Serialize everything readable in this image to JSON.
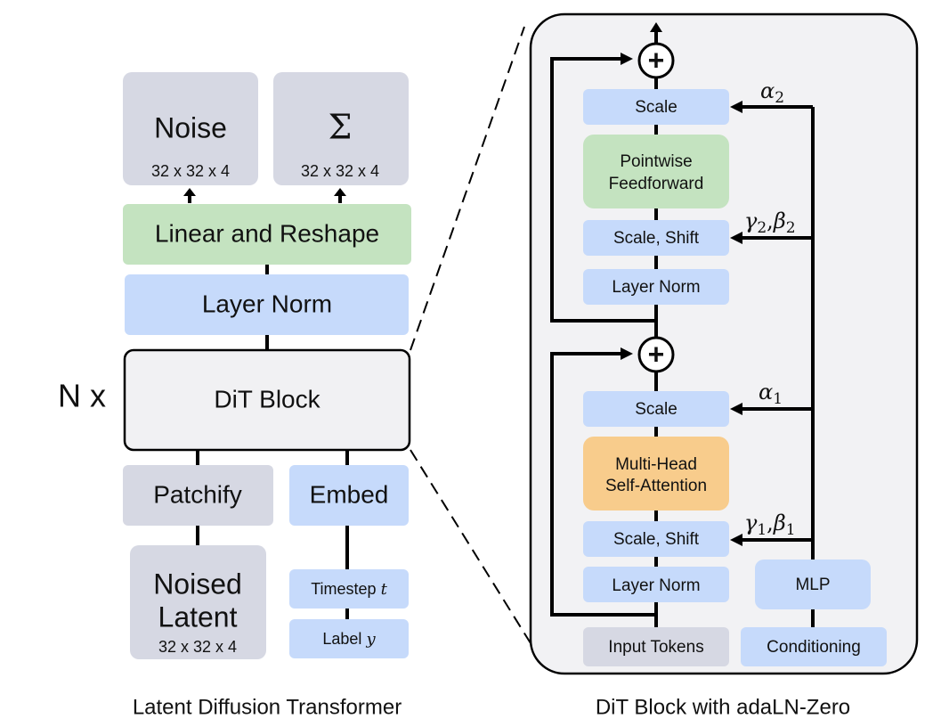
{
  "colors": {
    "gray_box": "#d6d8e3",
    "blue_box": "#c6dafb",
    "green_box": "#c4e3c0",
    "orange_box": "#f8cc8c",
    "panel_bg": "#f2f2f4",
    "dit_block_bg": "#f1f1f3",
    "stroke": "#000000"
  },
  "left": {
    "caption": "Latent Diffusion Transformer",
    "noise": {
      "label": "Noise",
      "dims": "32 x 32 x 4"
    },
    "sigma": {
      "label": "Σ",
      "dims": "32 x 32 x 4"
    },
    "linear_reshape": "Linear and Reshape",
    "layer_norm": "Layer Norm",
    "repeat_label": "N x",
    "dit_block": "DiT Block",
    "patchify": "Patchify",
    "embed": "Embed",
    "noised_latent": {
      "line1": "Noised",
      "line2": "Latent",
      "dims": "32 x 32 x 4"
    },
    "timestep": {
      "label": "Timestep ",
      "var": "t"
    },
    "class_label": {
      "label": "Label ",
      "var": "y"
    }
  },
  "right": {
    "caption": "DiT Block with adaLN-Zero",
    "scale_top": "Scale",
    "ffn": {
      "line1": "Pointwise",
      "line2": "Feedforward"
    },
    "scale_shift_top": "Scale, Shift",
    "layer_norm_top": "Layer Norm",
    "scale_bottom": "Scale",
    "attn": {
      "line1": "Multi-Head",
      "line2": "Self-Attention"
    },
    "scale_shift_bottom": "Scale, Shift",
    "layer_norm_bottom": "Layer Norm",
    "mlp": "MLP",
    "input_tokens": "Input Tokens",
    "conditioning": "Conditioning",
    "plus_symbol": "+",
    "alpha2": {
      "sym": "α",
      "sub": "2"
    },
    "gb2": {
      "g": "γ",
      "gsub": "2",
      "sep": ",",
      "b": "β",
      "bsub": "2"
    },
    "alpha1": {
      "sym": "α",
      "sub": "1"
    },
    "gb1": {
      "g": "γ",
      "gsub": "1",
      "sep": ",",
      "b": "β",
      "bsub": "1"
    }
  }
}
